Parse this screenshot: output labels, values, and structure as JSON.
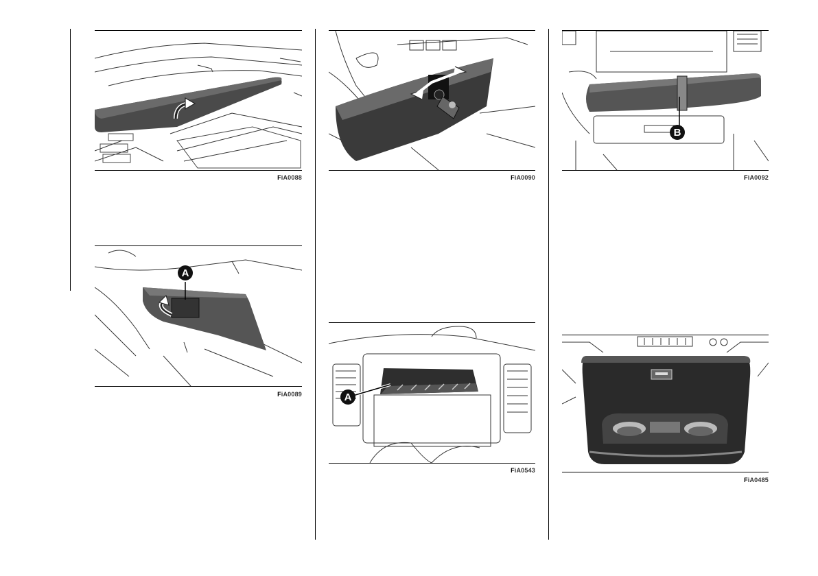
{
  "figures": [
    {
      "id": "fig1",
      "code_prefix": "F",
      "code": "iA0088"
    },
    {
      "id": "fig2",
      "code_prefix": "F",
      "code": "iA0089",
      "callout": "A"
    },
    {
      "id": "fig3",
      "code_prefix": "F",
      "code": "iA0090"
    },
    {
      "id": "fig4",
      "code_prefix": "F",
      "code": "iA0543",
      "callout": "A"
    },
    {
      "id": "fig5",
      "code_prefix": "F",
      "code": "iA0092",
      "callout": "B"
    },
    {
      "id": "fig6",
      "code_prefix": "F",
      "code": "iA0485"
    }
  ]
}
